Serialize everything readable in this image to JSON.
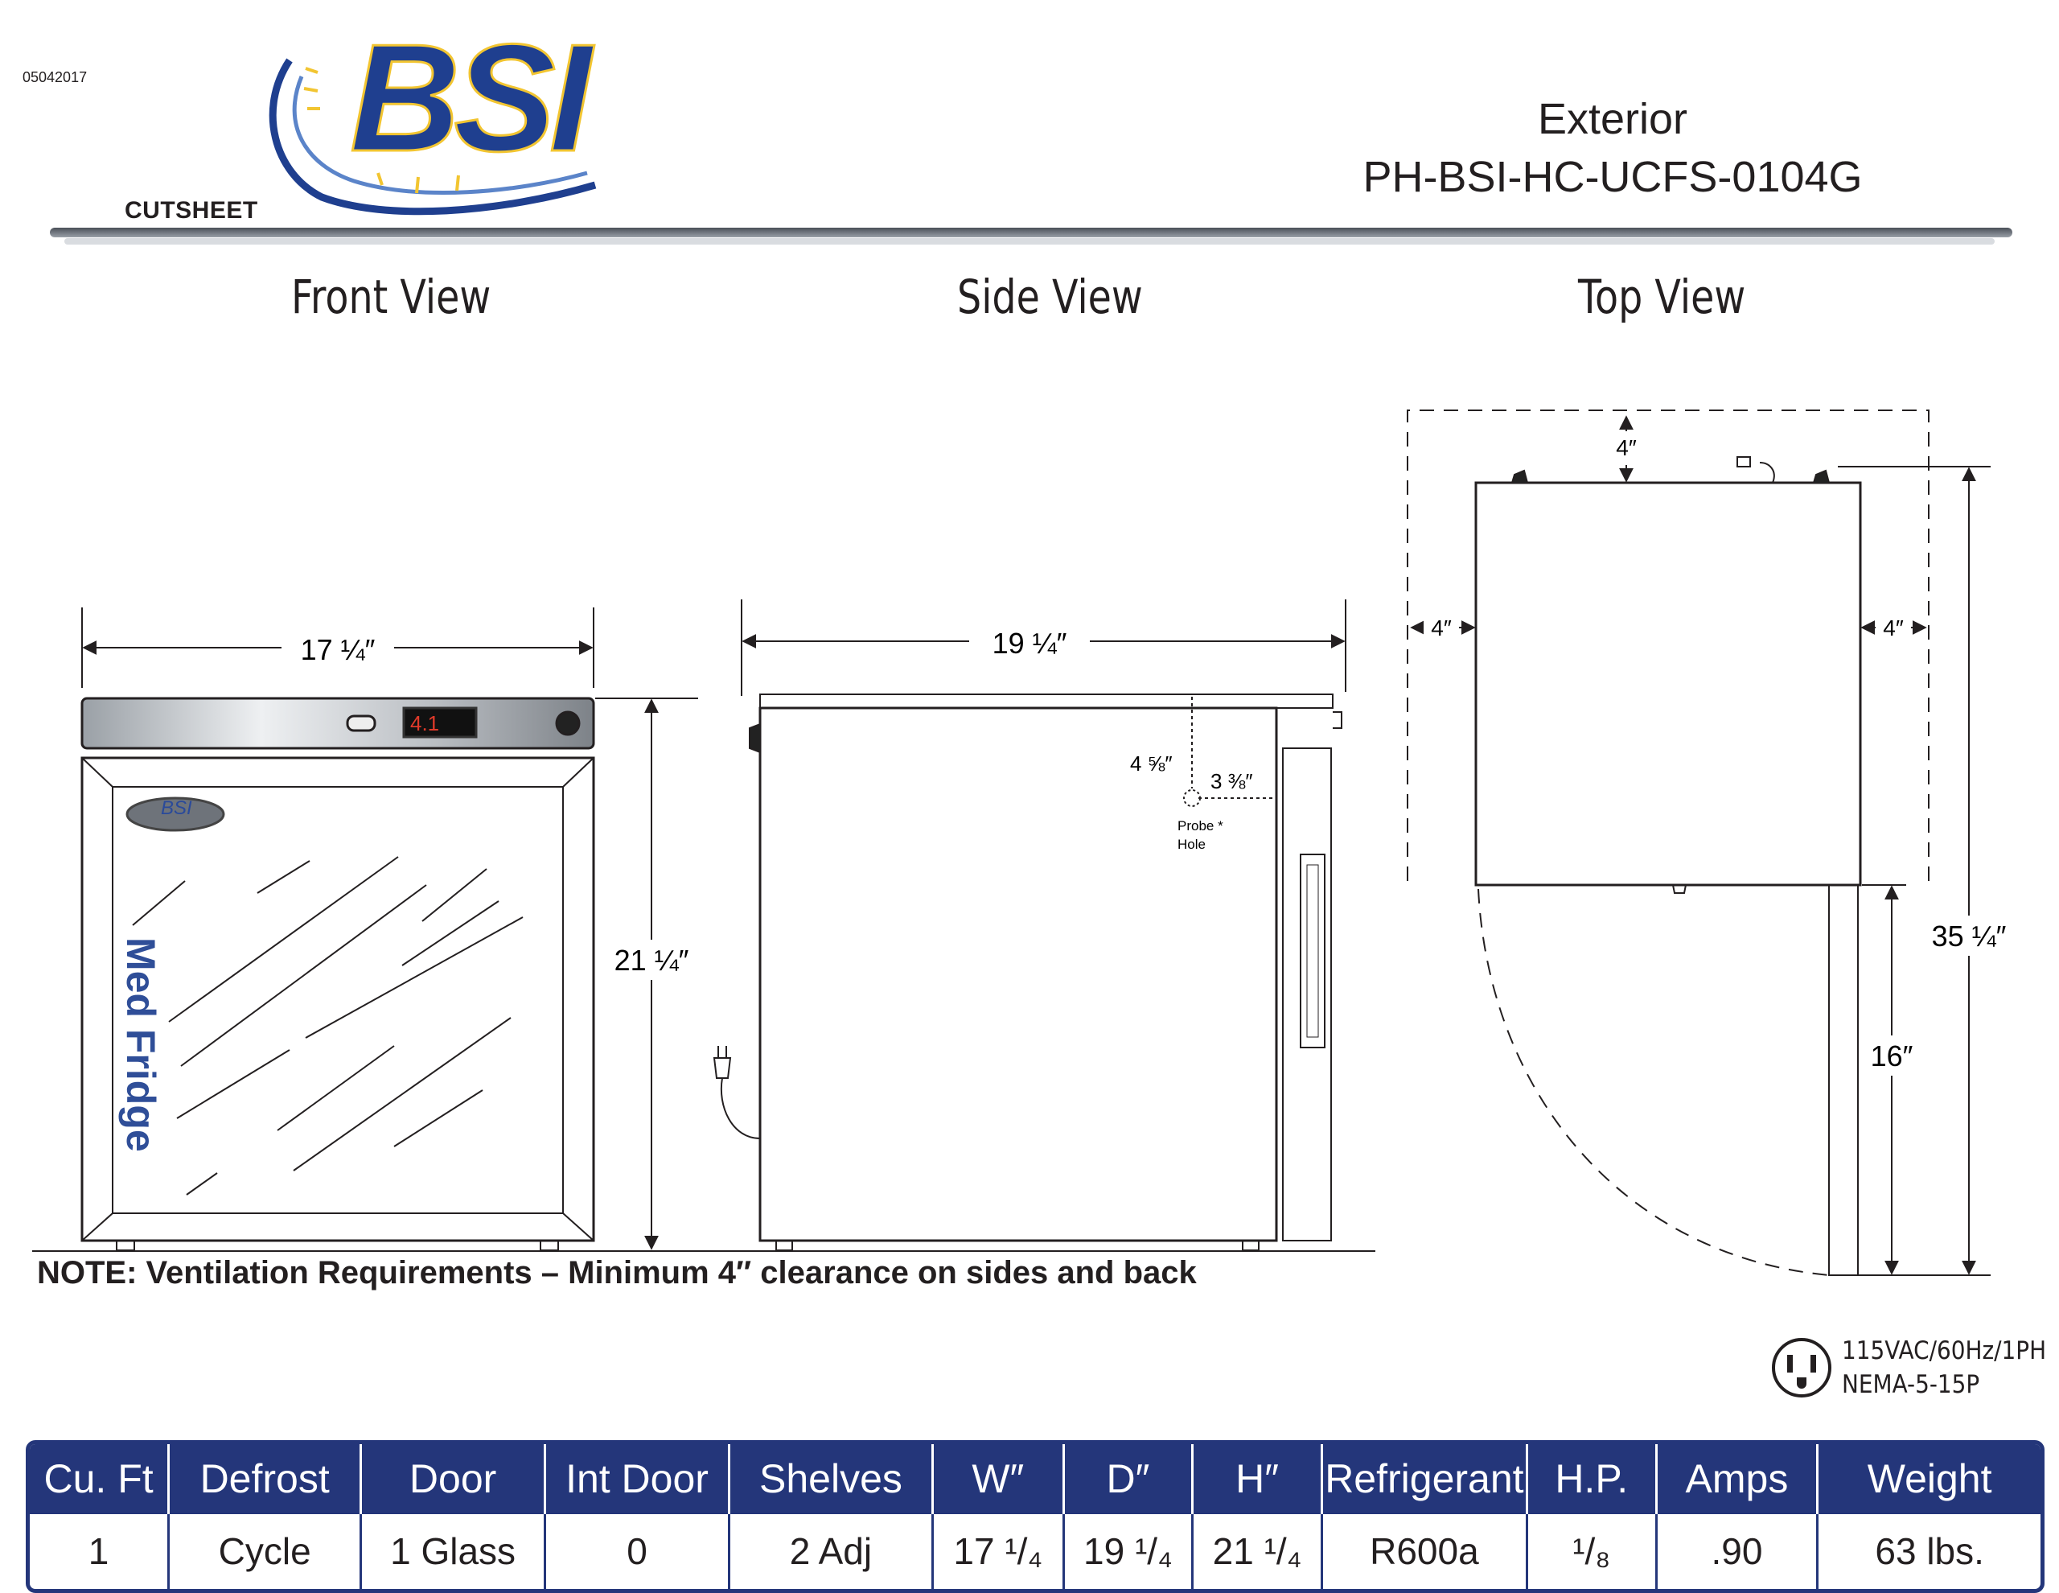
{
  "doc_code": "05042017",
  "logo": {
    "text": "BSI"
  },
  "label": "CUTSHEET",
  "header": {
    "line1": "Exterior",
    "line2": "PH-BSI-HC-UCFS-0104G"
  },
  "views": {
    "front": "Front View",
    "side": "Side View",
    "top": "Top View"
  },
  "front": {
    "width": "17 ¼″",
    "height": "21 ¼″",
    "door_text": "Med Fridge",
    "badge": "BSI",
    "display": "4.1"
  },
  "side": {
    "depth": "19 ¼″",
    "probe_v": "4 ⅝″",
    "probe_h": "3 ⅜″",
    "probe_label1": "Probe *",
    "probe_label2": "Hole"
  },
  "top": {
    "clear_back": "4″",
    "clear_left": "4″",
    "clear_right": "4″",
    "total_depth": "35 ¼″",
    "door_swing": "16″"
  },
  "note": "NOTE: Ventilation Requirements – Minimum 4″ clearance on sides and back",
  "power": {
    "line1": "115VAC/60Hz/1PH",
    "line2": "NEMA-5-15P"
  },
  "spec_table": {
    "headers": [
      "Cu. Ft",
      "Defrost",
      "Door",
      "Int Door",
      "Shelves",
      "W″",
      "D″",
      "H″",
      "Refrigerant",
      "H.P.",
      "Amps",
      "Weight"
    ],
    "values": [
      "1",
      "Cycle",
      "1 Glass",
      "0",
      "2 Adj",
      "17 ¹/₄",
      "19 ¹/₄",
      "21 ¹/₄",
      "R600a",
      "¹/₈",
      ".90",
      "63 lbs."
    ]
  },
  "colors": {
    "navy": "#24367a",
    "logo_blue": "#1f3f8f",
    "logo_gold": "#f2c531",
    "line": "#231f20"
  }
}
